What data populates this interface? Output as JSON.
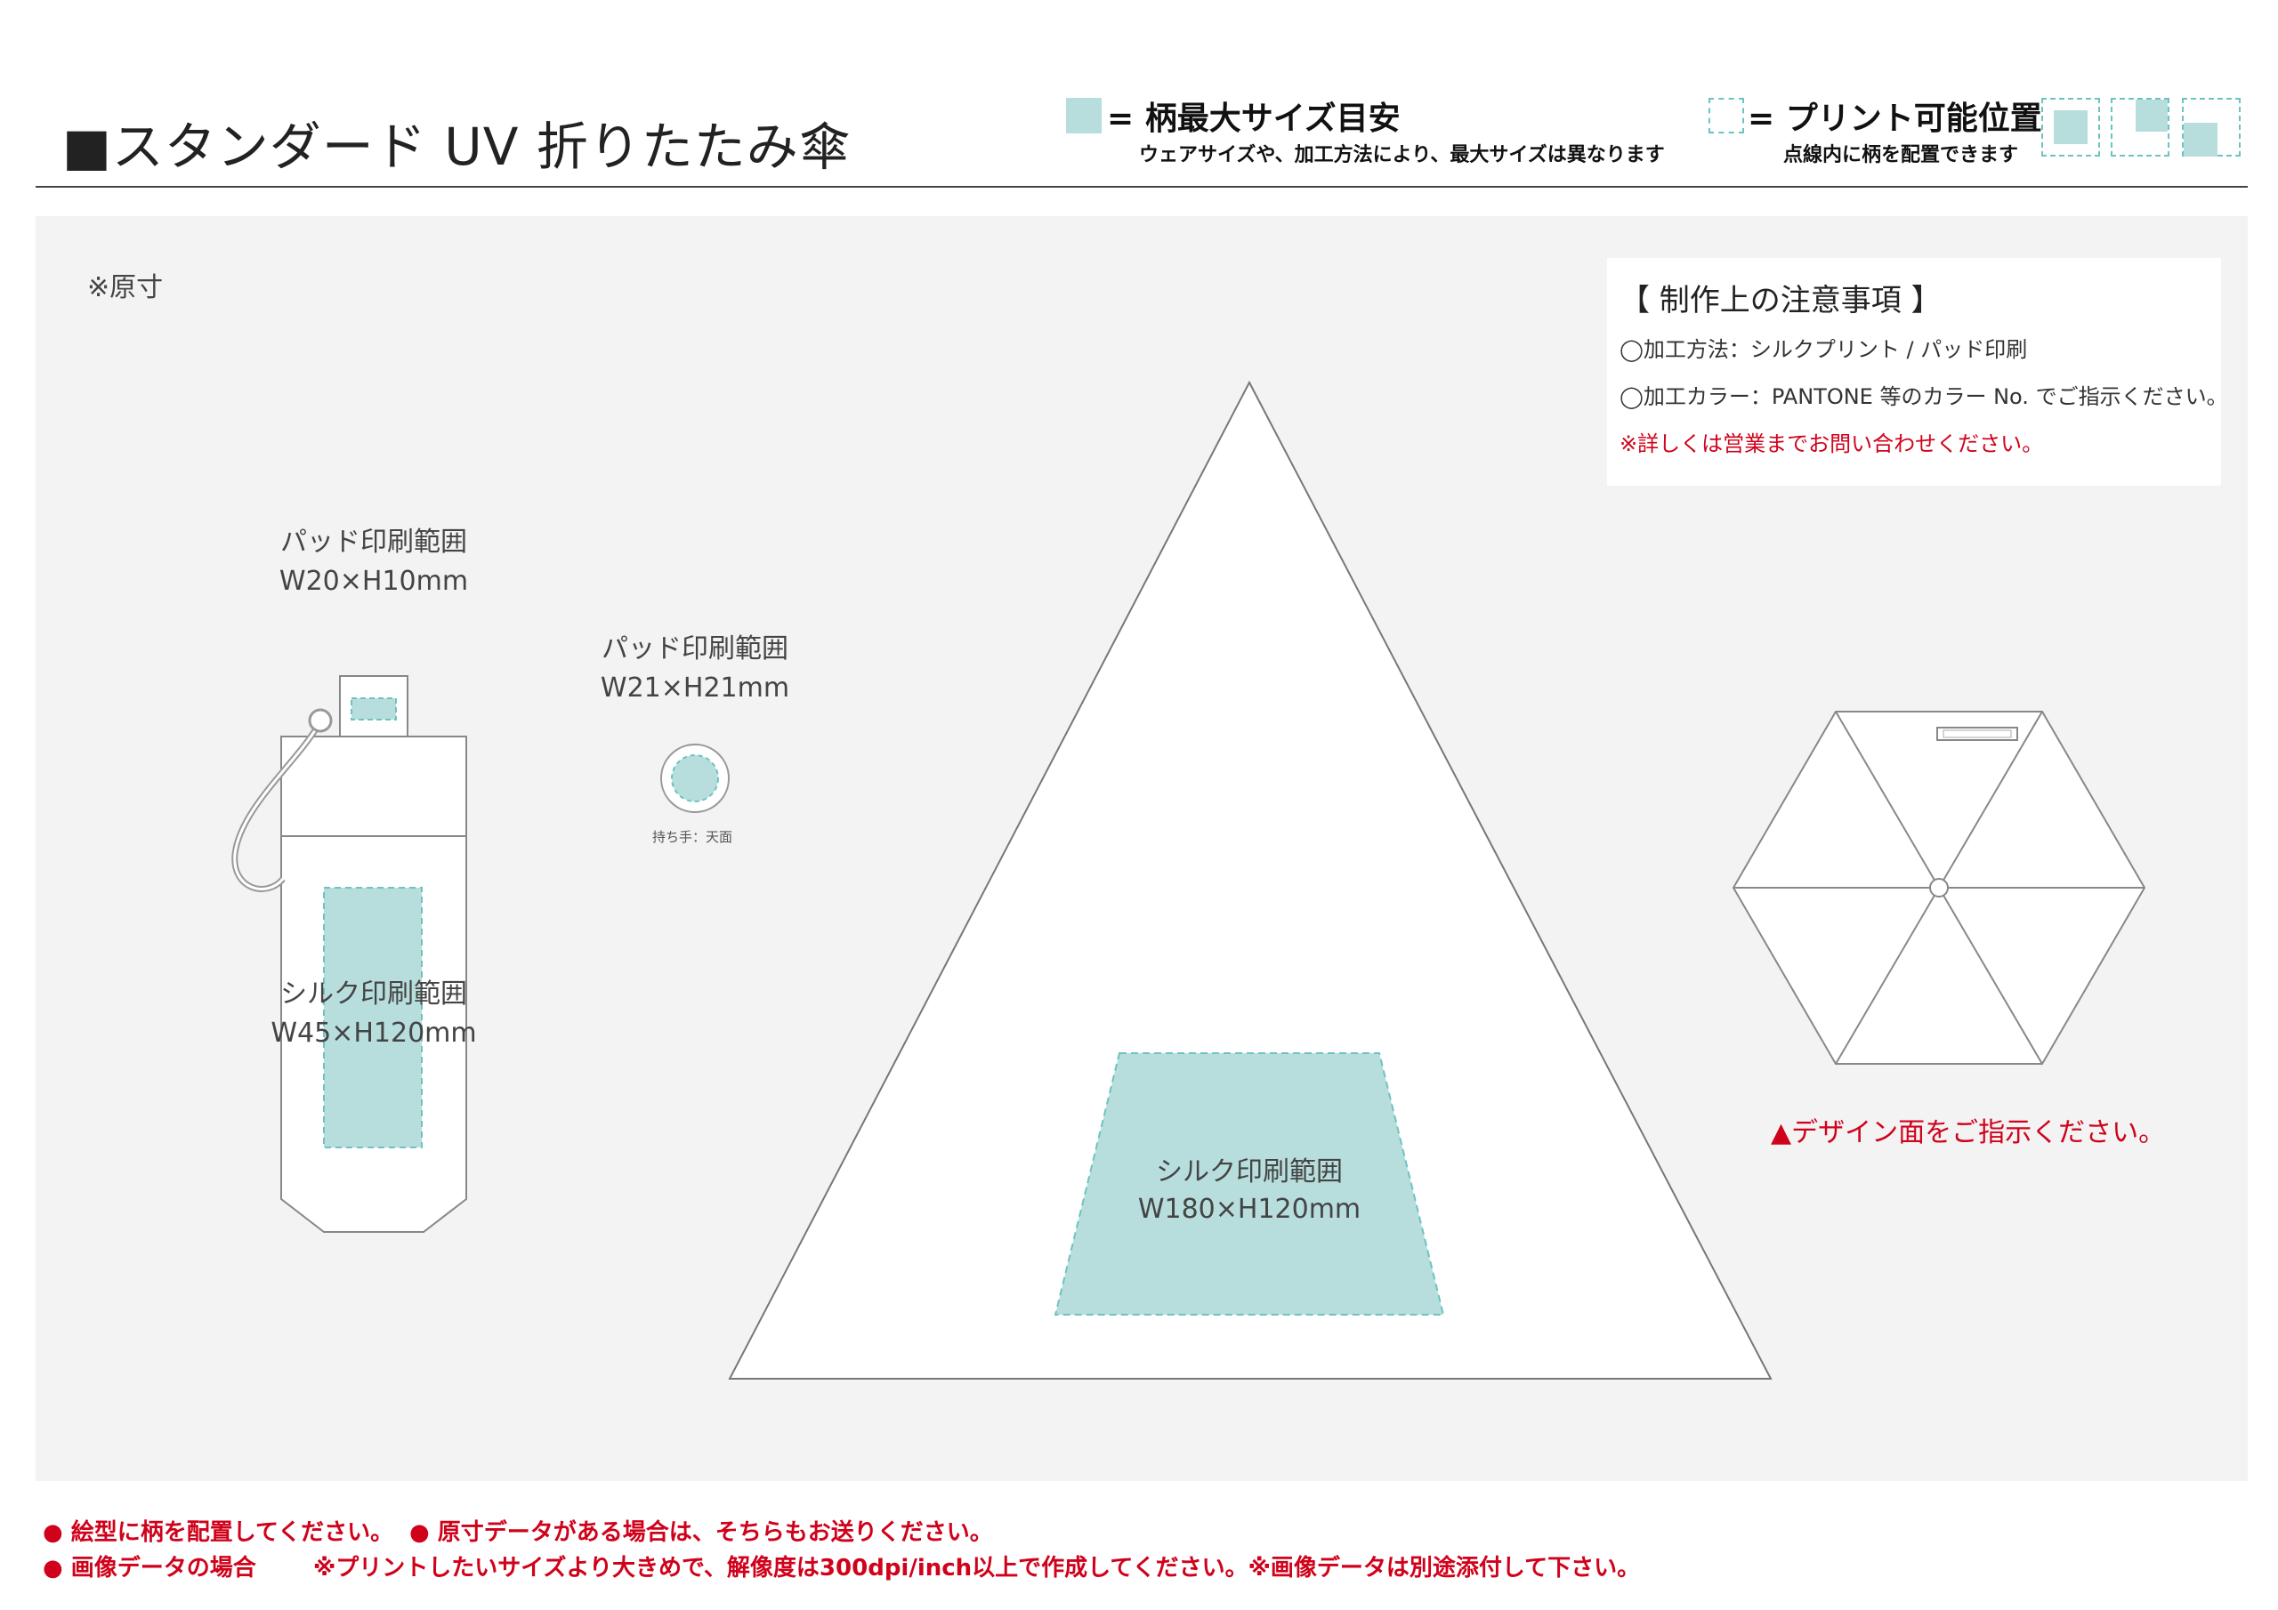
{
  "header": {
    "title": "■スタンダード UV 折りたたみ傘",
    "legend_max": {
      "label": "= 柄最大サイズ目安",
      "note": "ウェアサイズや、加工方法により、最大サイズは異なります"
    },
    "legend_print": {
      "label": "= プリント可能位置",
      "note": "点線内に柄を配置できます"
    }
  },
  "work": {
    "scale_note": "※原寸",
    "pad_label_1": "パッド印刷範囲",
    "pad_size_1": "W20×H10mm",
    "pad_label_2": "パッド印刷範囲",
    "pad_size_2": "W21×H21mm",
    "handle_note": "持ち手：天面",
    "silk_label_1": "シルク印刷範囲",
    "silk_size_1": "W45×H120mm",
    "silk_label_2": "シルク印刷範囲",
    "silk_size_2": "W180×H120mm",
    "design_note": "▲デザイン面をご指示ください。"
  },
  "notes": {
    "heading": "【 制作上の注意事項 】",
    "line1": "◯加工方法：シルクプリント / パッド印刷",
    "line2": "◯加工カラー：PANTONE 等のカラー No. でご指示ください。",
    "line3": "※詳しくは営業までお問い合わせください。"
  },
  "footer": {
    "line1a": "● 絵型に柄を配置してください。",
    "line1b": "● 原寸データがある場合は、そちらもお送りください。",
    "line2a": "● 画像データの場合",
    "line2b": "※プリントしたいサイズより大きめで、解像度は300dpi/inch以上で作成してください。※画像データは別途添付して下さい。"
  },
  "colors": {
    "print_area": "#b7dedc",
    "print_border": "#6cc3c0",
    "accent_red": "#d0021b",
    "work_bg": "#f3f3f3"
  }
}
